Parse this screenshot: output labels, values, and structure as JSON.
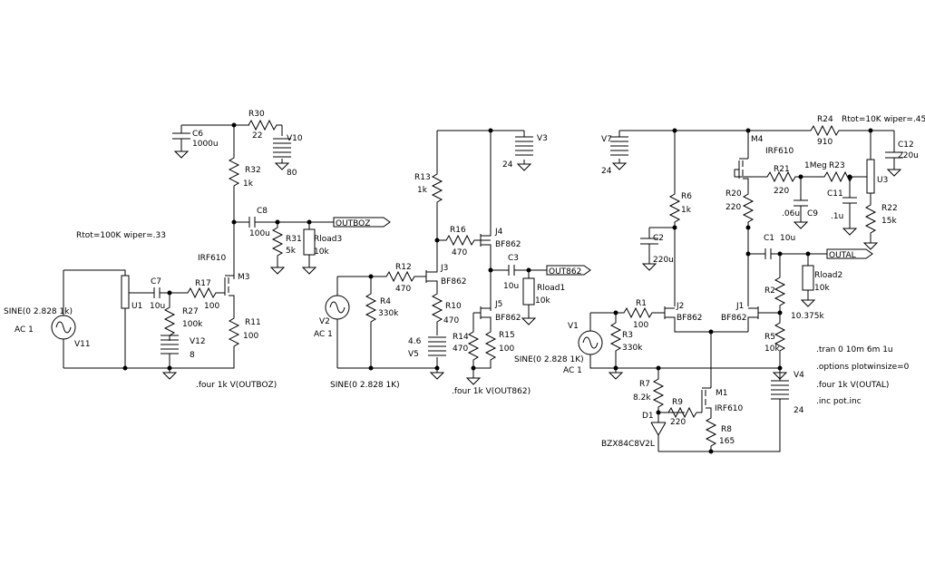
{
  "labels": {
    "c6": "C6",
    "c6v": "1000u",
    "r30": "R30",
    "r30v": "22",
    "v10": "V10",
    "v10v": "80",
    "r32": "R32",
    "r32v": "1k",
    "c8": "C8",
    "c8v": "100u",
    "r31": "R31",
    "r31v": "5k",
    "rload3": "Rload3",
    "rload3v": "10k",
    "outboz": "OUTBOZ",
    "rtot1": "Rtot=100K wiper=.33",
    "irf610a": "IRF610",
    "m3": "M3",
    "sine1": "SINE(0 2.828 1k)",
    "ac1a": "AC 1",
    "u1": "U1",
    "c7": "C7",
    "c7v": "10u",
    "r17": "R17",
    "r17v": "100",
    "r27": "R27",
    "r27v": "100k",
    "v12": "V12",
    "v12v": "8",
    "r11": "R11",
    "r11v": "100",
    "v11": "V11",
    "four1": ".four 1k V(OUTBOZ)",
    "r13": "R13",
    "r13v": "1k",
    "v3": "V3",
    "v3v": "24",
    "r16": "R16",
    "r16v": "470",
    "j4": "J4",
    "j4t": "BF862",
    "c3": "C3",
    "c3v": "10u",
    "out862": "OUT862",
    "r12": "R12",
    "r12v": "470",
    "j3": "J3",
    "j3t": "BF862",
    "r4": "R4",
    "r4v": "330k",
    "v2": "V2",
    "ac1b": "AC 1",
    "rload1": "Rload1",
    "rload1v": "10k",
    "r10": "R10",
    "r10v": "470",
    "j5": "J5",
    "j5t": "BF862",
    "v5v": "4.6",
    "v5": "V5",
    "r14": "R14",
    "r14v": "470",
    "r15": "R15",
    "r15v": "100",
    "sine2": "SINE(0 2.828 1K)",
    "four2": ".four 1k V(OUT862)",
    "sine3": "SINE(0 2.828 1K)",
    "ac1c": "AC 1",
    "v7": "V7",
    "v7v": "24",
    "m4": "M4",
    "irf610b": "IRF610",
    "r24": "R24",
    "r24v": "910",
    "rtot2": "Rtot=10K wiper=.45",
    "c12": "C12",
    "c12v": "220u",
    "r21": "R21",
    "r21v": "220",
    "meg": "1Meg",
    "r23": "R23",
    "u3": "U3",
    "r20": "R20",
    "r20v": "220",
    "c11": "C11",
    "c11v": ".1u",
    "r22": "R22",
    "r22v": "15k",
    "c9v": ".06u",
    "c9": "C9",
    "r6": "R6",
    "r6v": "1k",
    "c2": "C2",
    "c2v": "220u",
    "c1": "C1",
    "c1v": "10u",
    "outal": "OUTAL",
    "rload2": "Rload2",
    "rload2v": "10k",
    "r2": "R2",
    "r2v": "10.375k",
    "r1": "R1",
    "r1v": "100",
    "j2": "J2",
    "j2t": "BF862",
    "j1": "J1",
    "j1t": "BF862",
    "v1": "V1",
    "r3": "R3",
    "r3v": "330k",
    "r5": "R5",
    "r5v": "10k",
    "tran": ".tran 0 10m 6m 1u",
    "options": ".options plotwinsize=0",
    "four3": ".four 1k V(OUTAL)",
    "inc": ".inc pot.inc",
    "v4": "V4",
    "v4v": "24",
    "r7": "R7",
    "r7v": "8.2k",
    "m1": "M1",
    "irf610c": "IRF610",
    "r9": "R9",
    "r9v": "220",
    "d1": "D1",
    "r8": "R8",
    "r8v": "165",
    "zener": "BZX84C8V2L"
  }
}
